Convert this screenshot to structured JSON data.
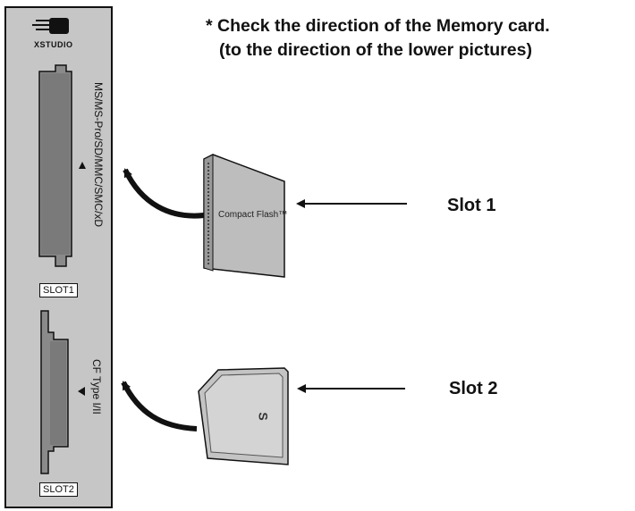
{
  "brand": {
    "logo_text": "XSTUDIO"
  },
  "note": {
    "line1": "* Check the direction of the Memory card.",
    "line2": "(to the direction of the lower pictures)"
  },
  "slots": [
    {
      "box_label": "SLOT1",
      "vertical_label": "MS/MS-Pro/SD/MMC/SMC/xD",
      "arrow_label": "Slot 1",
      "card": {
        "type": "Compact Flash",
        "label": "Compact Flash™"
      }
    },
    {
      "box_label": "SLOT2",
      "vertical_label": "CF Type I/II",
      "arrow_label": "Slot 2",
      "card": {
        "type": "SD card",
        "label": "S"
      }
    }
  ],
  "colors": {
    "panel": "#c8c8c8",
    "slot": "#8a8a8a",
    "card": "#c0c0c0",
    "ink": "#111111"
  }
}
